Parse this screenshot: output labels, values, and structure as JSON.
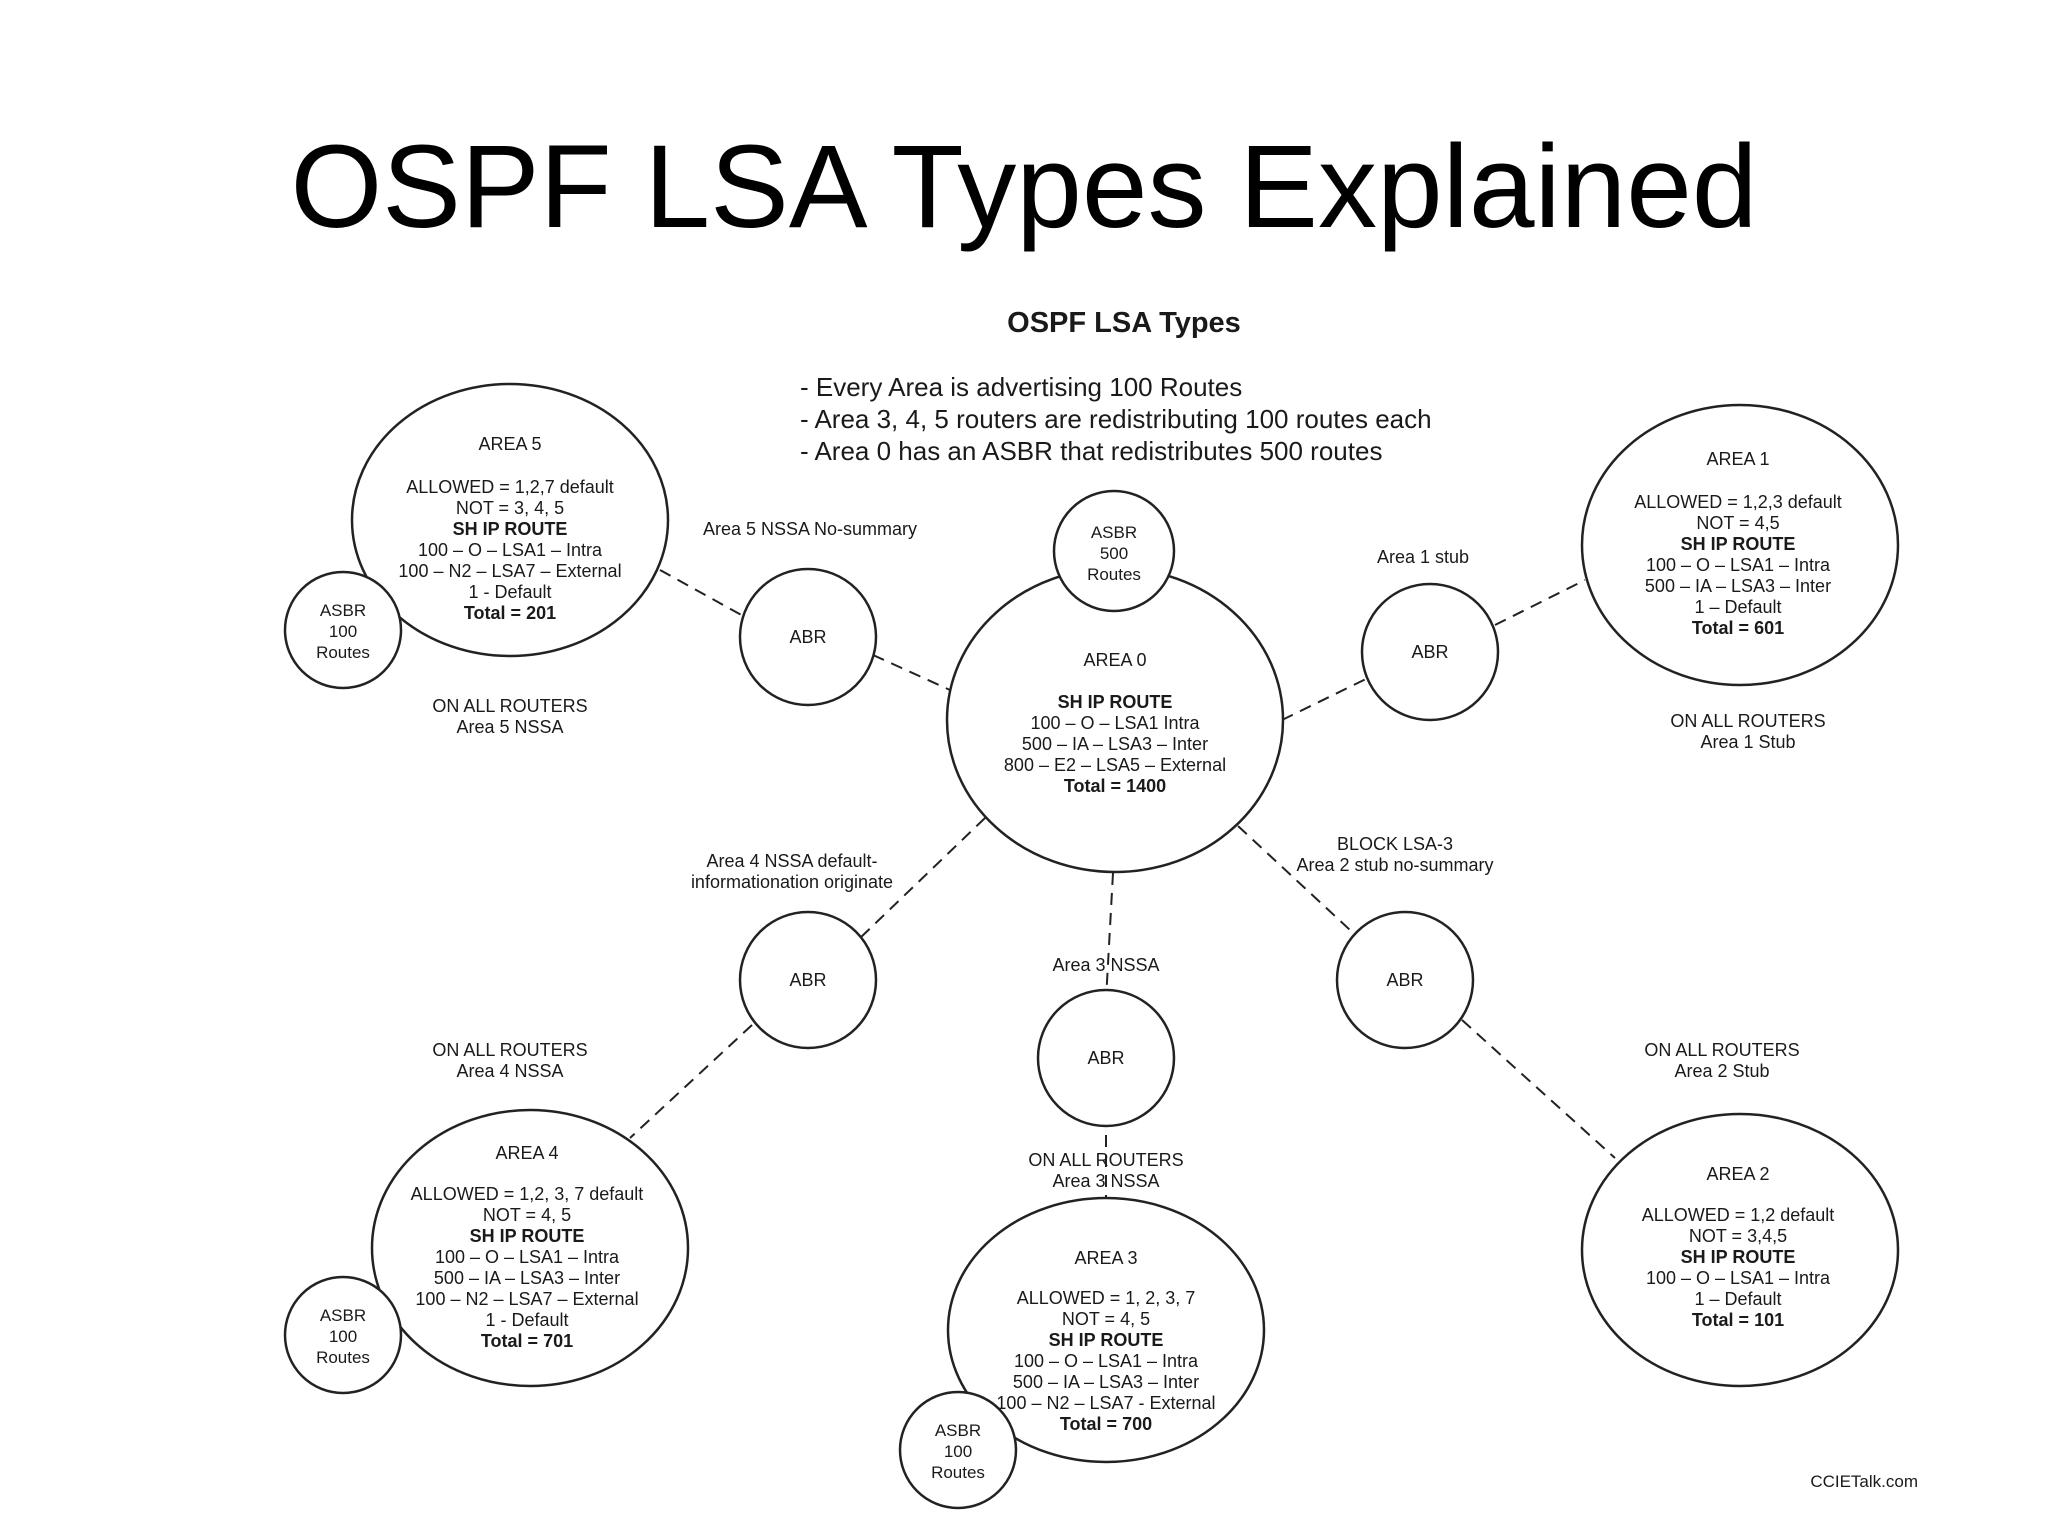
{
  "slide": {
    "title": "OSPF LSA Types Explained"
  },
  "diagram": {
    "heading": "OSPF LSA Types",
    "bullets": [
      "- Every Area is advertising 100 Routes",
      "- Area 3, 4, 5 routers are redistributing 100 routes each",
      "- Area 0 has an ASBR that redistributes 500 routes"
    ],
    "area0": {
      "title": "AREA 0",
      "lines": [
        "SH IP ROUTE",
        "100 – O – LSA1 Intra",
        "500 – IA – LSA3 – Inter",
        "800 – E2 – LSA5 – External",
        "Total = 1400"
      ],
      "asbr": [
        "ASBR",
        "500",
        "Routes"
      ]
    },
    "area1": {
      "title": "AREA 1",
      "lines": [
        "ALLOWED = 1,2,3 default",
        "NOT = 4,5",
        "SH IP ROUTE",
        "100 – O – LSA1 – Intra",
        "500 – IA – LSA3 – Inter",
        "1 – Default",
        "Total = 601"
      ],
      "link_label": "Area 1 stub",
      "note": [
        "ON ALL ROUTERS",
        "Area 1 Stub"
      ]
    },
    "area2": {
      "title": "AREA 2",
      "lines": [
        "ALLOWED = 1,2 default",
        "NOT = 3,4,5",
        "SH IP ROUTE",
        "100 – O – LSA1 – Intra",
        "1 – Default",
        "Total = 101"
      ],
      "link_label": [
        "BLOCK LSA-3",
        "Area 2 stub no-summary"
      ],
      "note": [
        "ON ALL ROUTERS",
        "Area 2 Stub"
      ]
    },
    "area3": {
      "title": "AREA 3",
      "lines": [
        "ALLOWED = 1, 2, 3, 7",
        "NOT = 4, 5",
        "SH IP ROUTE",
        "100 – O – LSA1 – Intra",
        "500 – IA – LSA3 – Inter",
        "100 – N2 – LSA7 - External",
        "Total = 700"
      ],
      "link_label": "Area 3 NSSA",
      "note": [
        "ON ALL ROUTERS",
        "Area 3 NSSA"
      ],
      "asbr": [
        "ASBR",
        "100",
        "Routes"
      ]
    },
    "area4": {
      "title": "AREA 4",
      "lines": [
        "ALLOWED = 1,2, 3, 7 default",
        "NOT = 4, 5",
        "SH IP ROUTE",
        "100 – O – LSA1 – Intra",
        "500 – IA – LSA3 – Inter",
        "100 – N2 – LSA7 – External",
        "1 - Default",
        "Total = 701"
      ],
      "link_label": [
        "Area 4 NSSA default-",
        "informationation originate"
      ],
      "note": [
        "ON ALL ROUTERS",
        "Area 4 NSSA"
      ],
      "asbr": [
        "ASBR",
        "100",
        "Routes"
      ]
    },
    "area5": {
      "title": "AREA 5",
      "lines": [
        "ALLOWED = 1,2,7 default",
        "NOT = 3, 4, 5",
        "SH IP ROUTE",
        "100 – O – LSA1 – Intra",
        "100 – N2 – LSA7 – External",
        "1 - Default",
        "Total = 201"
      ],
      "link_label": "Area 5 NSSA No-summary",
      "note": [
        "ON ALL ROUTERS",
        "Area 5 NSSA"
      ],
      "asbr": [
        "ASBR",
        "100",
        "Routes"
      ]
    },
    "abr_label": "ABR",
    "watermark": "CCIETalk.com"
  }
}
